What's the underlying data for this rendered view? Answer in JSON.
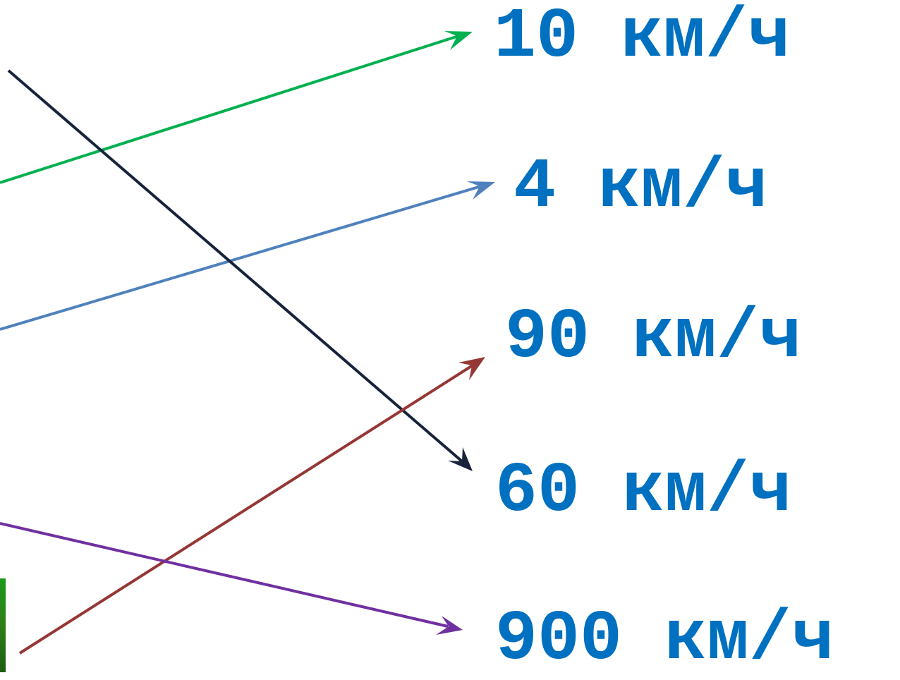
{
  "speeds": [
    {
      "text": "10 км/ч"
    },
    {
      "text": "4 км/ч"
    },
    {
      "text": "90 км/ч"
    },
    {
      "text": "60 км/ч"
    },
    {
      "text": "900 км/ч"
    }
  ],
  "colors": {
    "label_text": "#0070c0",
    "arrow_green": "#00b050",
    "arrow_blue": "#4f81bd",
    "arrow_dark": "#17233a",
    "arrow_red": "#953735",
    "arrow_purple": "#7030a0"
  }
}
